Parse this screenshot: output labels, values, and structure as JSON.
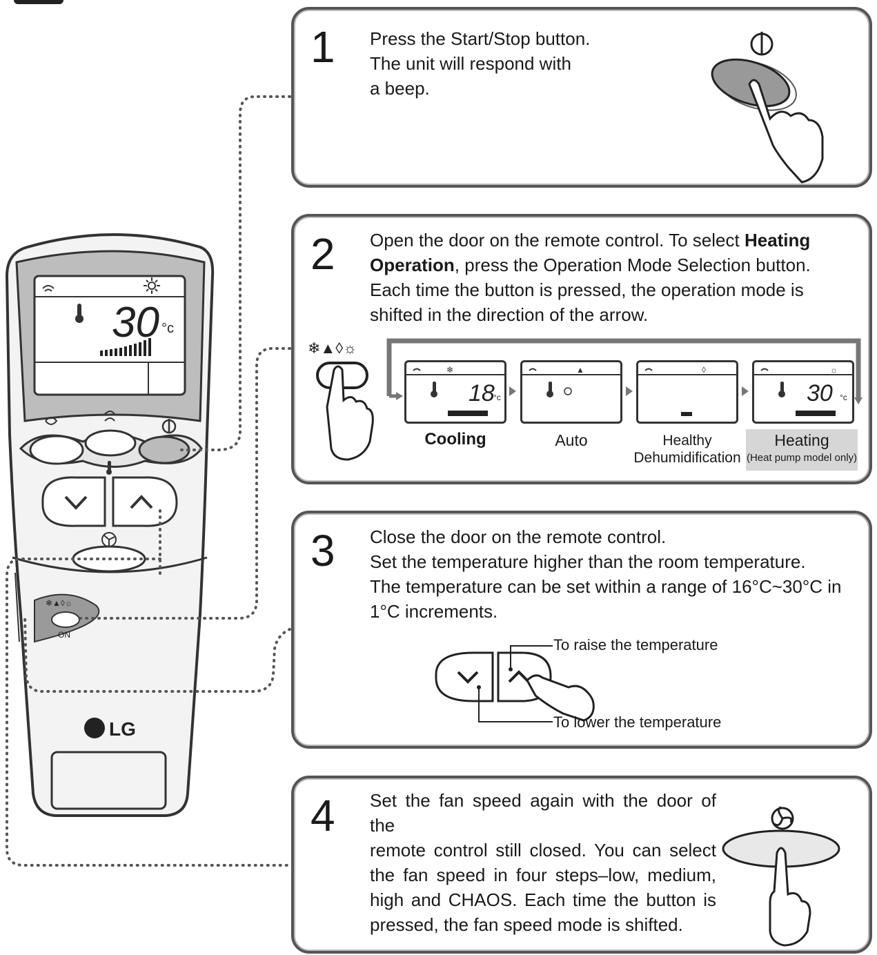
{
  "steps": [
    {
      "number": "1",
      "lines": [
        "Press the Start/Stop button.",
        "The unit will respond with",
        "a beep."
      ]
    },
    {
      "number": "2",
      "lines": [
        {
          "pre": "Open the door on the remote control. To select ",
          "bold": "Heating",
          "post": ""
        },
        {
          "pre": "",
          "bold": "Operation",
          "post": ", press the Operation Mode Selection button."
        },
        {
          "pre": "Each time the button is pressed, the operation mode is",
          "bold": "",
          "post": ""
        },
        {
          "pre": "shifted in the direction of the arrow.",
          "bold": "",
          "post": ""
        }
      ],
      "modes": [
        {
          "label": "Cooling",
          "temp": "18"
        },
        {
          "label": "Auto",
          "temp": ""
        },
        {
          "label": "Healthy",
          "label2": "Dehumidification",
          "temp": ""
        },
        {
          "label": "Heating",
          "label2": "(Heat pump model only)",
          "temp": "30"
        }
      ],
      "unit": "°c"
    },
    {
      "number": "3",
      "lines": [
        "Close the door on the remote control.",
        "Set the temperature higher than the room temperature.",
        "The temperature can be set within a range of 16°C~30°C in",
        "1°C increments."
      ],
      "raise_label": "To raise the temperature",
      "lower_label": "To lower the temperature"
    },
    {
      "number": "4",
      "lines": [
        "Set the fan speed again with the door of the",
        "remote control still closed. You can select",
        "the fan speed in four steps–low, medium,",
        "high and CHAOS. Each time the button is",
        "pressed, the fan speed mode is shifted."
      ]
    }
  ],
  "remote": {
    "display_temp": "30",
    "display_unit": "°c",
    "on_label": "ON",
    "brand": "LG"
  },
  "colors": {
    "border": "#555555",
    "highlight": "#d6d6d6",
    "remote_body": "#f2f2f2",
    "screen_frame": "#bdbdbd"
  }
}
